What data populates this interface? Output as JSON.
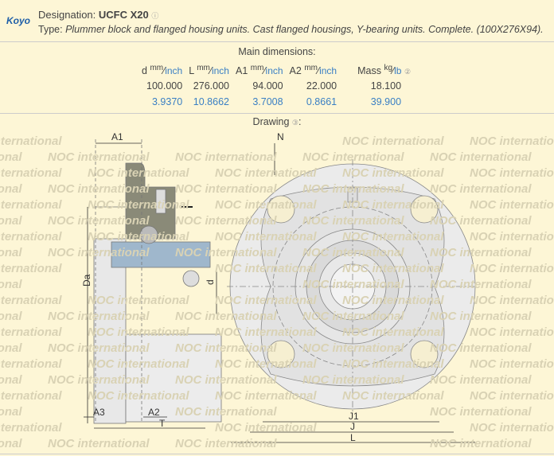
{
  "brand": "Koyo",
  "designation": {
    "label": "Designation:",
    "value": "UCFC X20",
    "info_icon": "info-circle-icon"
  },
  "type": {
    "label": "Type:",
    "value": "Plummer block and flanged housing units. Cast flanged housings, Y-bearing units. Complete. (100X276X94)."
  },
  "main_dimensions": {
    "title": "Main dimensions:",
    "unit_mm": "mm",
    "unit_inch": "inch",
    "unit_kg": "kg",
    "unit_lb": "lb",
    "columns": [
      {
        "name": "d",
        "mm": "100.000",
        "inch": "3.9370"
      },
      {
        "name": "L",
        "mm": "276.000",
        "inch": "10.8662"
      },
      {
        "name": "A1",
        "mm": "94.000",
        "inch": "3.7008"
      },
      {
        "name": "A2",
        "mm": "22.000",
        "inch": "0.8661"
      },
      {
        "name": "Mass",
        "mm": "18.100",
        "inch": "39.900"
      }
    ]
  },
  "drawing": {
    "title": "Drawing",
    "watermark": "NOC international",
    "labels": {
      "A1": "A1",
      "N": "N",
      "Da": "Da",
      "d": "d",
      "A3": "A3",
      "A2": "A2",
      "T": "T",
      "J1": "J1",
      "J": "J",
      "L": "L"
    }
  }
}
